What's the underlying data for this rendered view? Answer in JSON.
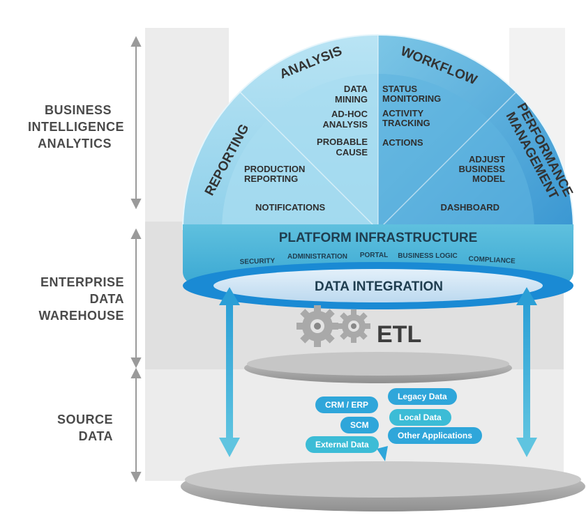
{
  "side_labels": {
    "bi": [
      "BUSINESS",
      "INTELLIGENCE",
      "ANALYTICS"
    ],
    "edw": [
      "ENTERPRISE",
      "DATA",
      "WAREHOUSE"
    ],
    "src": [
      "SOURCE",
      "DATA"
    ]
  },
  "dome": {
    "arc_labels": {
      "reporting": "REPORTING",
      "analysis": "ANALYSIS",
      "workflow": "WORKFLOW",
      "performance_line1": "PERFORMANCE",
      "performance_line2": "MANAGEMENT"
    },
    "items": {
      "data_mining_1": "DATA",
      "data_mining_2": "MINING",
      "adhoc_1": "AD-HOC",
      "adhoc_2": "ANALYSIS",
      "probable_1": "PROBABLE",
      "probable_2": "CAUSE",
      "production_1": "PRODUCTION",
      "production_2": "REPORTING",
      "notifications": "NOTIFICATIONS",
      "status_1": "STATUS",
      "status_2": "MONITORING",
      "activity_1": "ACTIVITY",
      "activity_2": "TRACKING",
      "actions": "ACTIONS",
      "adjust_1": "ADJUST",
      "adjust_2": "BUSINESS",
      "adjust_3": "MODEL",
      "dashboard": "DASHBOARD"
    }
  },
  "platform": {
    "title": "PLATFORM INFRASTRUCTURE",
    "items": [
      "SECURITY",
      "ADMINISTRATION",
      "PORTAL",
      "BUSINESS LOGIC",
      "COMPLIANCE"
    ]
  },
  "data_integration": "DATA INTEGRATION",
  "etl": "ETL",
  "sources": {
    "crm": "CRM / ERP",
    "legacy": "Legacy Data",
    "scm": "SCM",
    "local": "Local Data",
    "external": "External Data",
    "other": "Other Applications"
  },
  "colors": {
    "dome_light": "#bfe6f3",
    "dome_mid": "#7cc7e3",
    "dome_dark": "#3d9fd3",
    "ring": "#37aedb",
    "integration_blue": "#1a8ad4",
    "pill_blue": "#2fa6da",
    "pill_teal": "#3cbcd6",
    "label_gray": "#4a4a4a",
    "arrow": "#4cb8de"
  }
}
